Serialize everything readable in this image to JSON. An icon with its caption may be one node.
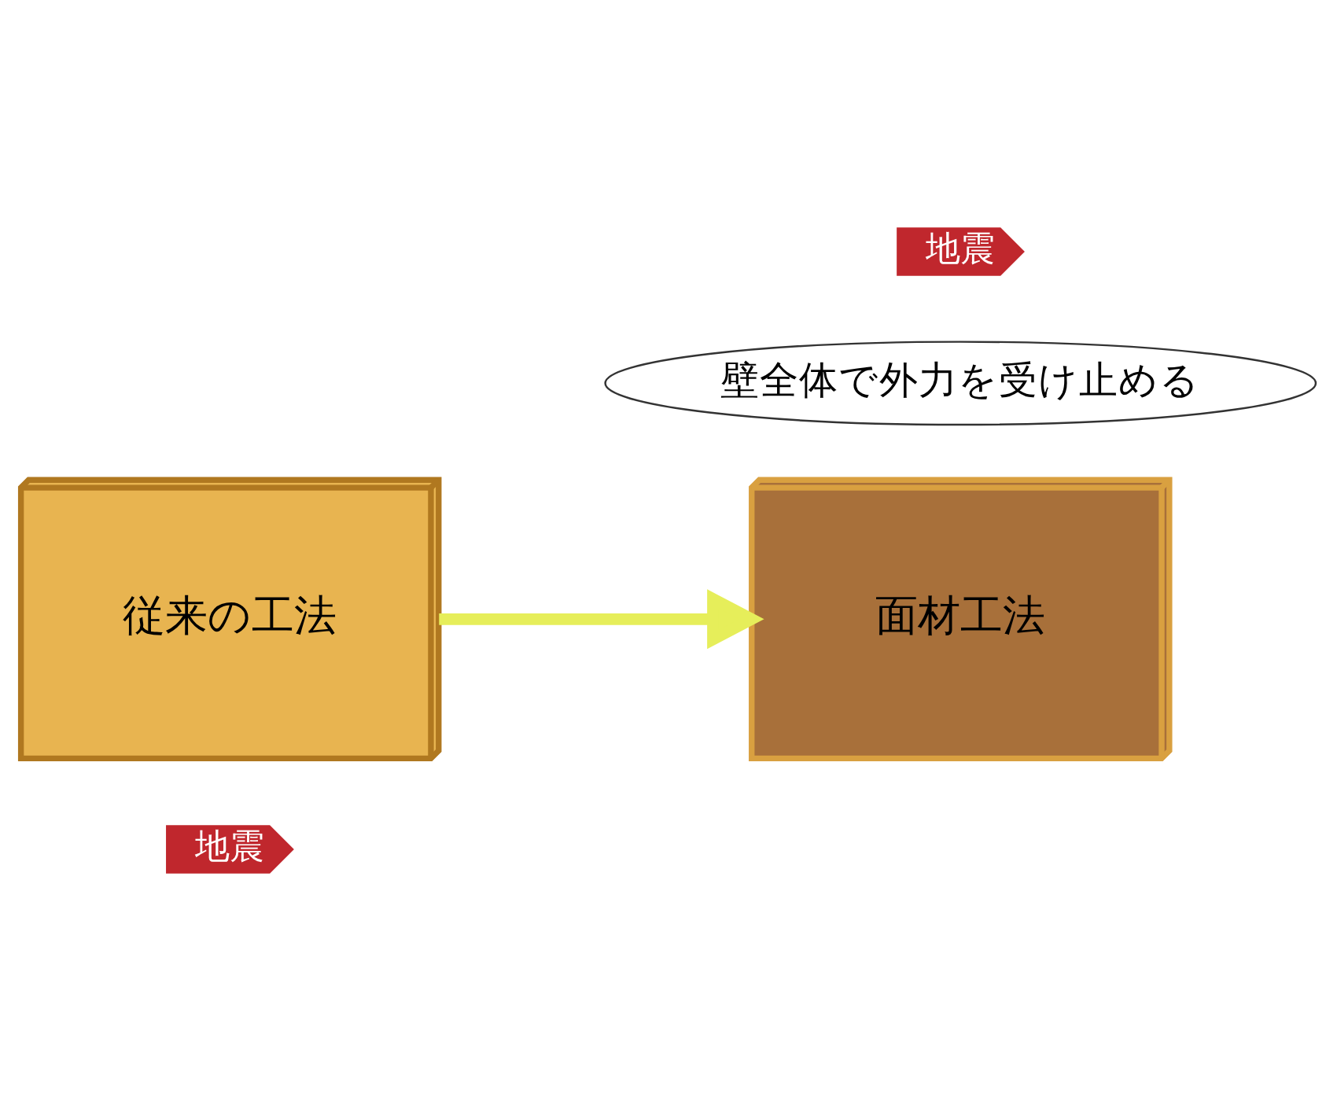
{
  "diagram": {
    "nodes": [
      {
        "text": [
          "地震"
        ]
      },
      {
        "text": [
          "従来の工法"
        ]
      },
      {
        "text": [
          "壁全体で外力を受け止める"
        ]
      },
      {
        "text": [
          "地震"
        ]
      },
      {
        "text": [
          "面材工法"
        ]
      }
    ],
    "edges": [
      {
        "from": 1,
        "to": 4,
        "arrow": "to"
      }
    ]
  }
}
